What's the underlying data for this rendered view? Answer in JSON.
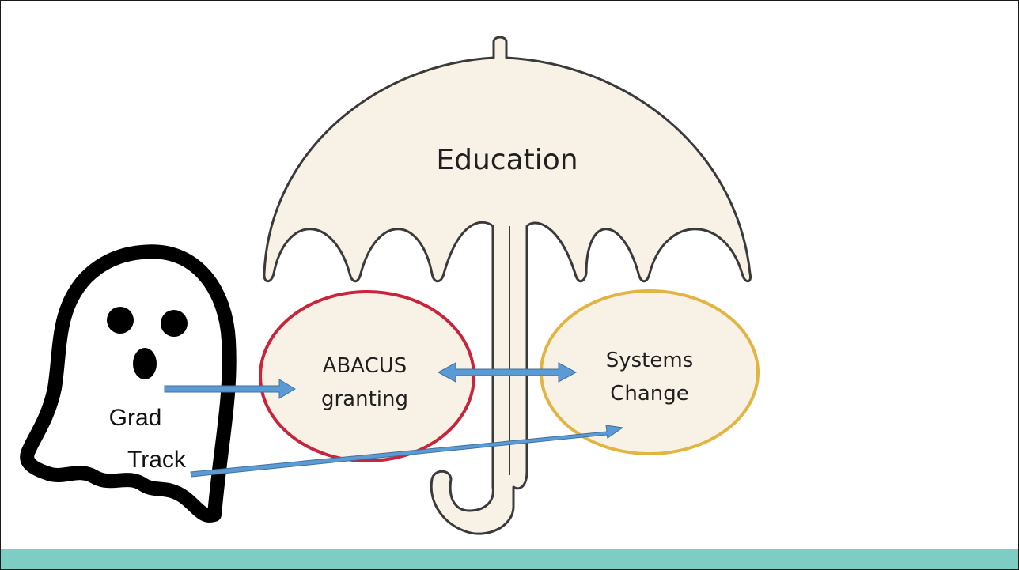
{
  "umbrella_label": "Education",
  "circle_left": {
    "line1": "ABACUS",
    "line2": "granting"
  },
  "circle_right": {
    "line1": "Systems",
    "line2": "Change"
  },
  "ghost_label": {
    "line1": "Grad",
    "line2": "Track"
  },
  "colors": {
    "umbrella_fill": "#f8f2e6",
    "outline": "#3a3a3a",
    "circle_left_stroke": "#c8243c",
    "circle_right_stroke": "#e2b441",
    "arrow": "#5b9bd5",
    "ghost": "#000000",
    "footer": "#7ecdc4"
  }
}
